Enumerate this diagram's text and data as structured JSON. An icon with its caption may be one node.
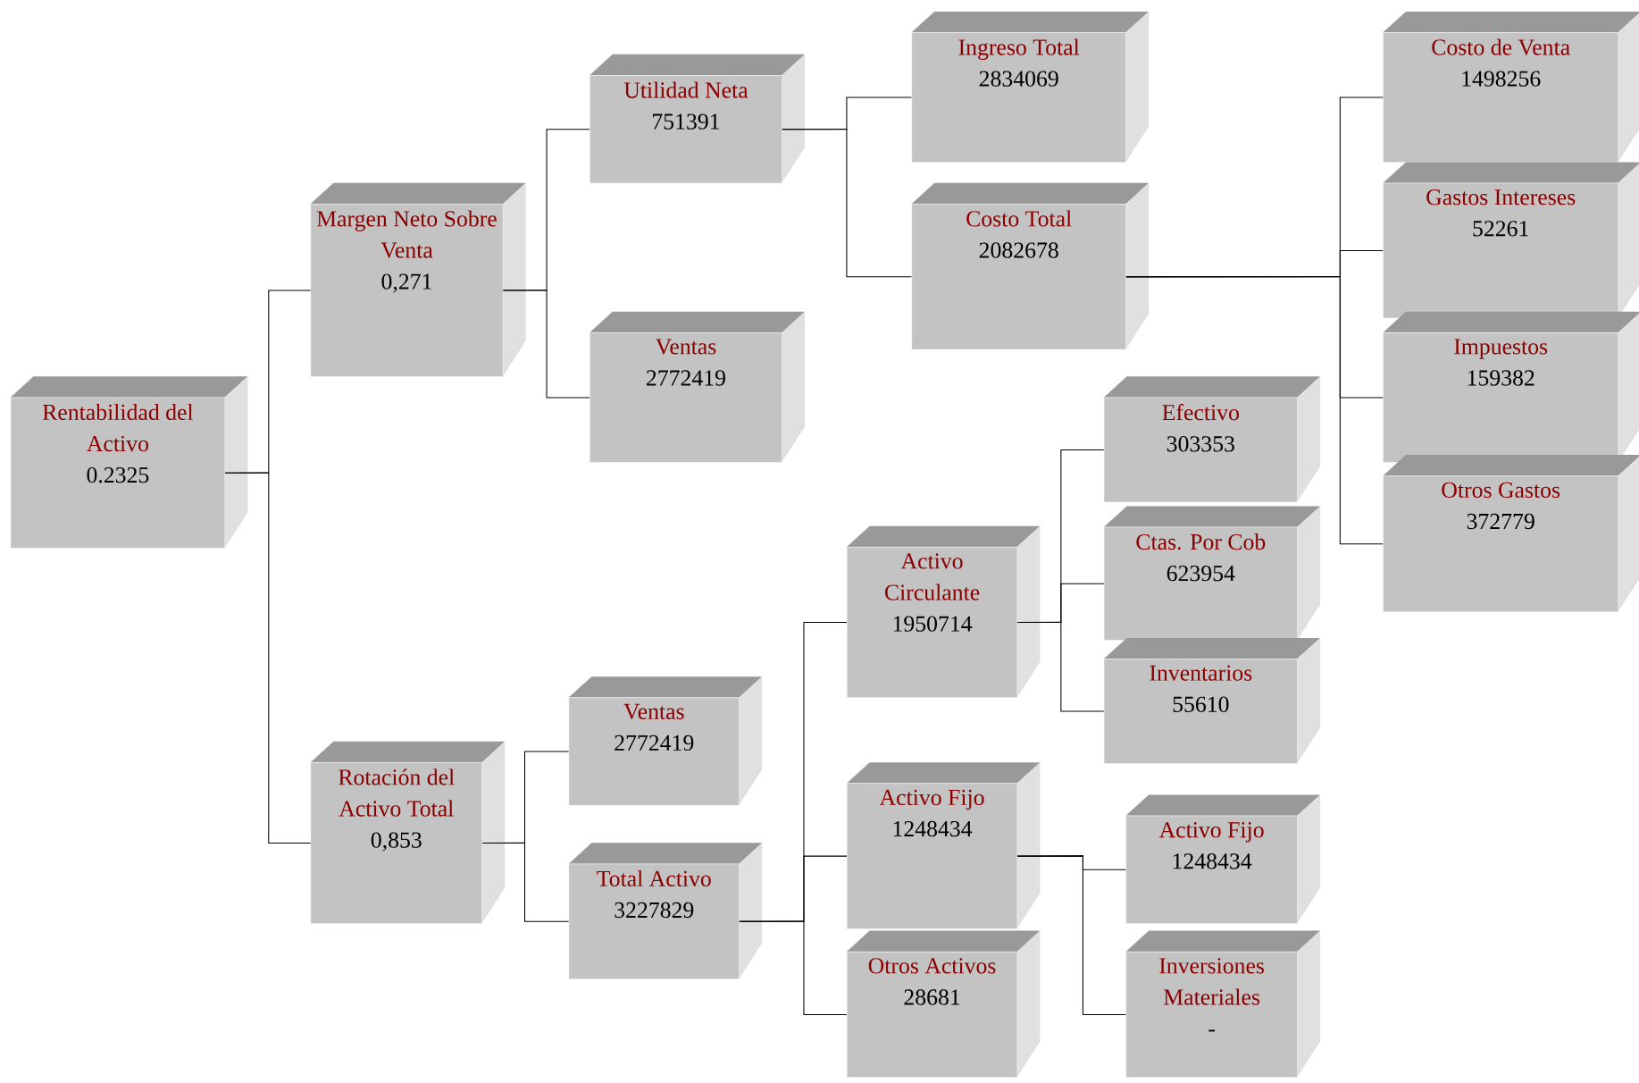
{
  "diagram": {
    "nodes": [
      {
        "text": [
          "Rentabilidad del Activo",
          "0.2325"
        ]
      },
      {
        "text": [
          "Margen Neto Sobre Venta",
          "0,271"
        ]
      },
      {
        "text": [
          "Utilidad Neta",
          "751391"
        ]
      },
      {
        "text": [
          "Ventas",
          "2772419"
        ]
      },
      {
        "text": [
          "Ingreso Total",
          "2834069"
        ]
      },
      {
        "text": [
          "Costo Total",
          "2082678"
        ]
      },
      {
        "text": [
          "Costo de Venta",
          "1498256"
        ]
      },
      {
        "text": [
          "Gastos Intereses",
          "52261"
        ]
      },
      {
        "text": [
          "Impuestos",
          "159382"
        ]
      },
      {
        "text": [
          "Otros Gastos",
          "372779"
        ]
      },
      {
        "text": [
          "Rotación del Activo Total",
          "0,853"
        ]
      },
      {
        "text": [
          "Ventas",
          "2772419"
        ]
      },
      {
        "text": [
          "Total Activo",
          "3227829"
        ]
      },
      {
        "text": [
          "Activo Circulante",
          "1950714"
        ]
      },
      {
        "text": [
          "Activo Fijo",
          "1248434"
        ]
      },
      {
        "text": [
          "Otros Activos",
          "28681"
        ]
      },
      {
        "text": [
          "Efectivo",
          "303353"
        ]
      },
      {
        "text": [
          "Ctas. Por Cob",
          "623954"
        ]
      },
      {
        "text": [
          "Inventarios",
          "55610"
        ]
      },
      {
        "text": [
          "Activo Fijo",
          "1248434"
        ]
      },
      {
        "text": [
          "Inversiones Materiales",
          "-"
        ]
      }
    ],
    "edges": [
      {
        "from": 0,
        "to": 1,
        "arrow": "none"
      },
      {
        "from": 0,
        "to": 10,
        "arrow": "none"
      },
      {
        "from": 1,
        "to": 2,
        "arrow": "none"
      },
      {
        "from": 1,
        "to": 3,
        "arrow": "none"
      },
      {
        "from": 2,
        "to": 4,
        "arrow": "none"
      },
      {
        "from": 2,
        "to": 5,
        "arrow": "none"
      },
      {
        "from": 5,
        "to": 6,
        "arrow": "none"
      },
      {
        "from": 5,
        "to": 7,
        "arrow": "none"
      },
      {
        "from": 5,
        "to": 8,
        "arrow": "none"
      },
      {
        "from": 5,
        "to": 9,
        "arrow": "none"
      },
      {
        "from": 10,
        "to": 11,
        "arrow": "none"
      },
      {
        "from": 10,
        "to": 12,
        "arrow": "none"
      },
      {
        "from": 12,
        "to": 13,
        "arrow": "none"
      },
      {
        "from": 12,
        "to": 14,
        "arrow": "none"
      },
      {
        "from": 12,
        "to": 15,
        "arrow": "none"
      },
      {
        "from": 13,
        "to": 16,
        "arrow": "none"
      },
      {
        "from": 13,
        "to": 17,
        "arrow": "none"
      },
      {
        "from": 13,
        "to": 18,
        "arrow": "none"
      },
      {
        "from": 14,
        "to": 19,
        "arrow": "none"
      },
      {
        "from": 14,
        "to": 20,
        "arrow": "none"
      }
    ]
  }
}
